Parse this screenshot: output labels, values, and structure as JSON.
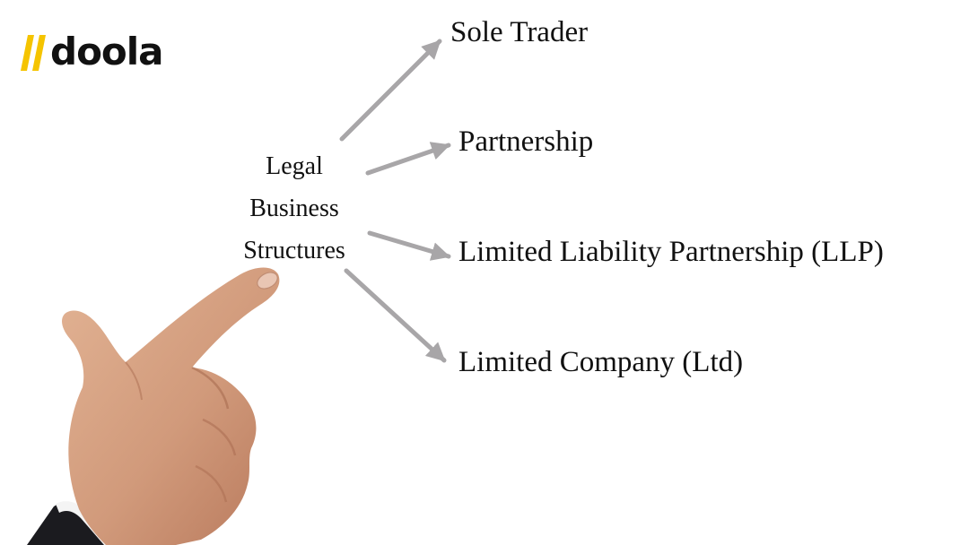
{
  "logo": {
    "text": "doola",
    "accent": "#f5c400"
  },
  "diagram": {
    "center": [
      "Legal",
      "Business",
      "Structures"
    ],
    "branches": [
      "Sole Trader",
      "Partnership",
      "Limited Liability Partnership (LLP)",
      "Limited Company (Ltd)"
    ],
    "arrow_color": "#a8a6a8"
  }
}
